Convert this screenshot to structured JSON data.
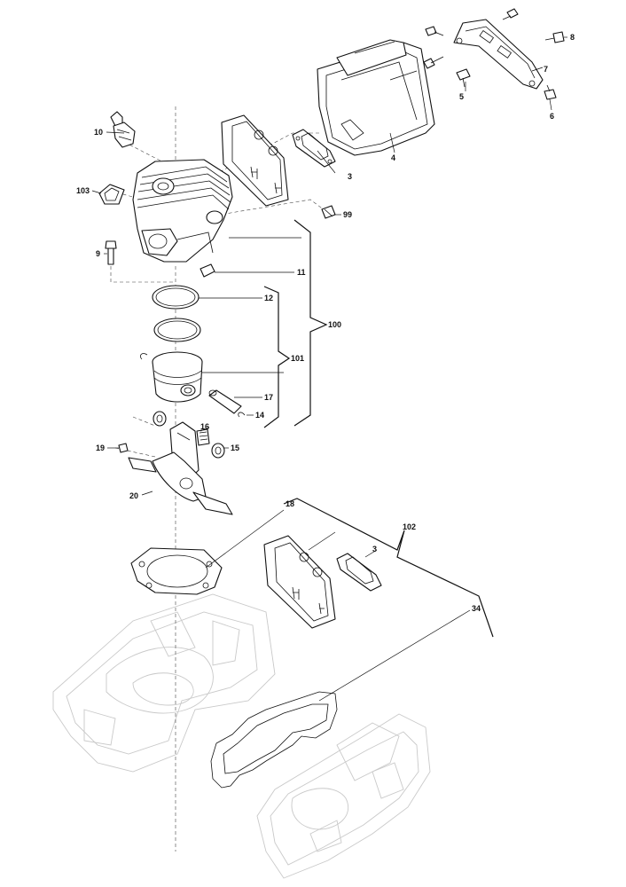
{
  "callouts": {
    "c3a": "3",
    "c4": "4",
    "c5": "5",
    "c6": "6",
    "c7": "7",
    "c8": "8",
    "c10": "10",
    "c103": "103",
    "c9": "9",
    "c99": "99",
    "c11": "11",
    "c12": "12",
    "c100": "100",
    "c101": "101",
    "c17": "17",
    "c14": "14",
    "c16": "16",
    "c15": "15",
    "c19": "19",
    "c20": "20",
    "c18": "18",
    "c3b": "3",
    "c102": "102",
    "c34": "34"
  }
}
